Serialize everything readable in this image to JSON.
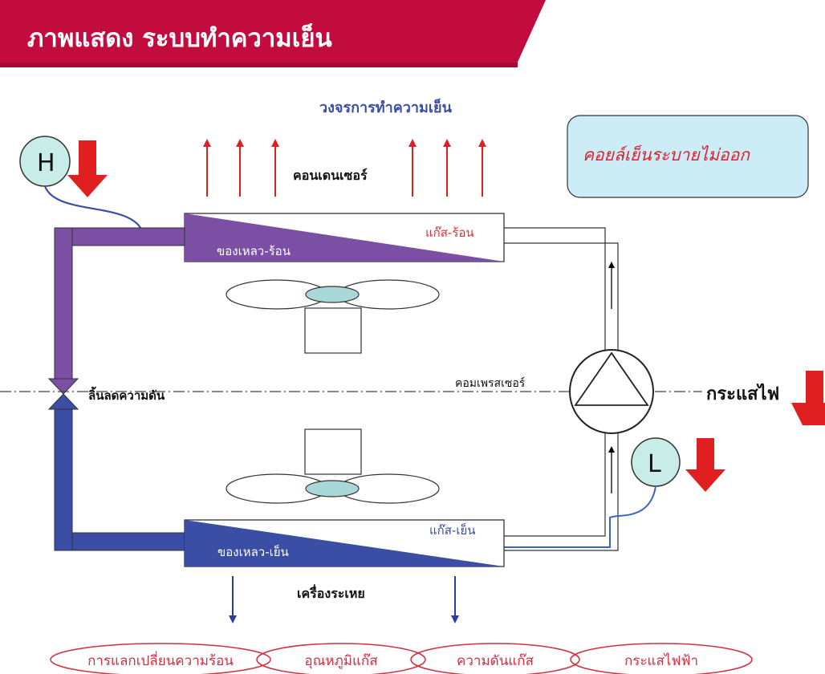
{
  "banner": {
    "title": "ภาพแสดง ระบบทำความเย็น",
    "color": "#c20c3d"
  },
  "diagram": {
    "cycle_title": "วงจรการทำความเย็น",
    "condenser_label": "คอนเดนเซอร์",
    "hot_gas_label": "แก๊ส-ร้อน",
    "hot_liquid_label": "ของเหลว-ร้อน",
    "compressor_label": "คอมเพรสเซอร์",
    "expansion_valve_label": "ลิ้นลดความดัน",
    "current_label": "กระแสไฟ",
    "cold_gas_label": "แก๊ส-เย็น",
    "cold_liquid_label": "ของเหลว-เย็น",
    "evaporator_label": "เครื่องระเหย",
    "high_gauge_label": "H",
    "low_gauge_label": "L",
    "callout_text": "คอยล์เย็นระบายไม่ออก"
  },
  "bottom_ovals": [
    "การแลกเปลี่ยนความร้อน",
    "อุณหภูมิแก๊ส",
    "ความดันแก๊ส",
    "กระแสไฟฟ้า"
  ],
  "colors": {
    "hot_side": "#7b4fa3",
    "cold_side": "#3a4ea6",
    "red_arrow": "#e02020",
    "label_red": "#e83030",
    "gauge_fill": "#c8ece8",
    "callout_fill": "#ccecf6",
    "oval_stroke": "#d03040"
  }
}
